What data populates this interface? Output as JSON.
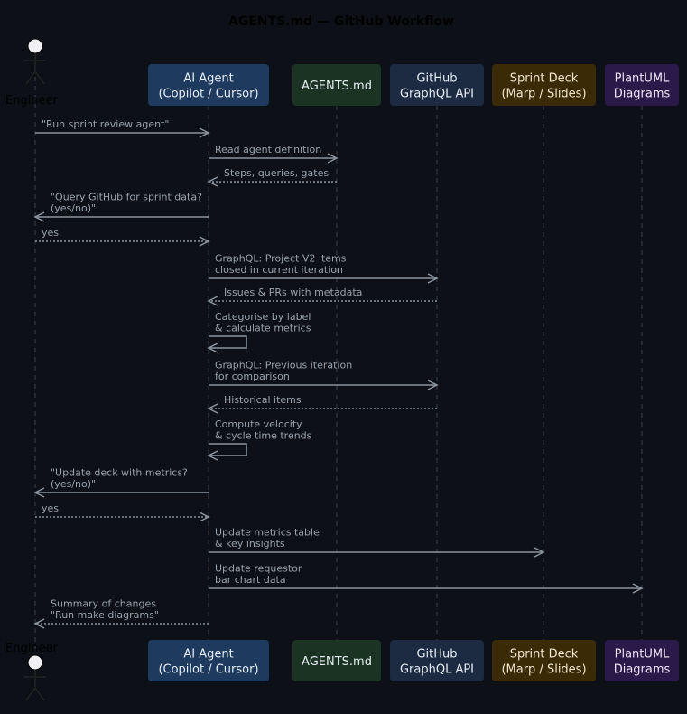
{
  "diagram": {
    "title": "AGENTS.md — GitHub Workflow",
    "colors": {
      "background": "#0d1117",
      "line": "#8b949e",
      "label": "#9aa2ad",
      "actor_fill": "#f0f0f5"
    },
    "actor": {
      "id": "engineer",
      "label": "Engineer"
    },
    "participants": [
      {
        "id": "agent",
        "lines": [
          "AI Agent",
          "(Copilot / Cursor)"
        ],
        "fill": "#1f3a5f",
        "text_color": "#e6edf3"
      },
      {
        "id": "agents_md",
        "lines": [
          "AGENTS.md"
        ],
        "fill": "#1a3322",
        "text_color": "#e6edf3"
      },
      {
        "id": "github",
        "lines": [
          "GitHub",
          "GraphQL API"
        ],
        "fill": "#1c2a42",
        "text_color": "#e6edf3"
      },
      {
        "id": "deck",
        "lines": [
          "Sprint Deck",
          "(Marp / Slides)"
        ],
        "fill": "#3b2a06",
        "text_color": "#f0e6d0"
      },
      {
        "id": "plantuml",
        "lines": [
          "PlantUML",
          "Diagrams"
        ],
        "fill": "#2a1a4a",
        "text_color": "#ece6f5"
      }
    ],
    "messages": [
      {
        "from": "engineer",
        "to": "agent",
        "style": "solid",
        "lines": [
          "\"Run sprint review agent\""
        ]
      },
      {
        "from": "agent",
        "to": "agents_md",
        "style": "solid",
        "lines": [
          "Read agent definition"
        ]
      },
      {
        "from": "agents_md",
        "to": "agent",
        "style": "dashed",
        "lines": [
          "Steps, queries, gates"
        ]
      },
      {
        "from": "agent",
        "to": "engineer",
        "style": "solid",
        "lines": [
          "\"Query GitHub for sprint data?",
          "(yes/no)\""
        ]
      },
      {
        "from": "engineer",
        "to": "agent",
        "style": "dashed",
        "lines": [
          "yes"
        ]
      },
      {
        "from": "agent",
        "to": "github",
        "style": "solid",
        "lines": [
          "GraphQL: Project V2 items",
          "closed in current iteration"
        ]
      },
      {
        "from": "github",
        "to": "agent",
        "style": "dashed",
        "lines": [
          "Issues & PRs with metadata"
        ]
      },
      {
        "from": "agent",
        "to": "agent",
        "style": "self",
        "lines": [
          "Categorise by label",
          "& calculate metrics"
        ]
      },
      {
        "from": "agent",
        "to": "github",
        "style": "solid",
        "lines": [
          "GraphQL: Previous iteration",
          "for comparison"
        ]
      },
      {
        "from": "github",
        "to": "agent",
        "style": "dashed",
        "lines": [
          "Historical items"
        ]
      },
      {
        "from": "agent",
        "to": "agent",
        "style": "self",
        "lines": [
          "Compute velocity",
          "& cycle time trends"
        ]
      },
      {
        "from": "agent",
        "to": "engineer",
        "style": "solid",
        "lines": [
          "\"Update deck with metrics?",
          "(yes/no)\""
        ]
      },
      {
        "from": "engineer",
        "to": "agent",
        "style": "dashed",
        "lines": [
          "yes"
        ]
      },
      {
        "from": "agent",
        "to": "deck",
        "style": "solid",
        "lines": [
          "Update metrics table",
          "& key insights"
        ]
      },
      {
        "from": "agent",
        "to": "plantuml",
        "style": "solid",
        "lines": [
          "Update requestor",
          "bar chart data"
        ]
      },
      {
        "from": "agent",
        "to": "engineer",
        "style": "dashed",
        "lines": [
          "Summary of changes",
          "\"Run make diagrams\""
        ]
      }
    ]
  }
}
